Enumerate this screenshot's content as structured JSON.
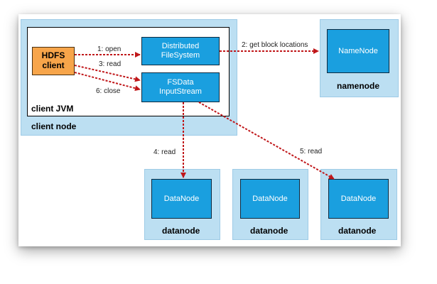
{
  "client_node": {
    "label": "client node",
    "jvm_label": "client JVM",
    "hdfs_client": "HDFS\nclient",
    "distributed_fs": "Distributed\nFileSystem",
    "fsdata_stream": "FSData\nInputStream"
  },
  "namenode": {
    "box": "NameNode",
    "label": "namenode"
  },
  "datanodes": [
    {
      "box": "DataNode",
      "label": "datanode"
    },
    {
      "box": "DataNode",
      "label": "datanode"
    },
    {
      "box": "DataNode",
      "label": "datanode"
    }
  ],
  "edges": {
    "open": "1: open",
    "get_block": "2: get block locations",
    "read3": "3: read",
    "read4": "4: read",
    "read5": "5: read",
    "close": "6: close"
  },
  "colors": {
    "node_bg": "#bcdff2",
    "box": "#1a9fdf",
    "client": "#f7a54a",
    "arrow": "#c0171a"
  }
}
